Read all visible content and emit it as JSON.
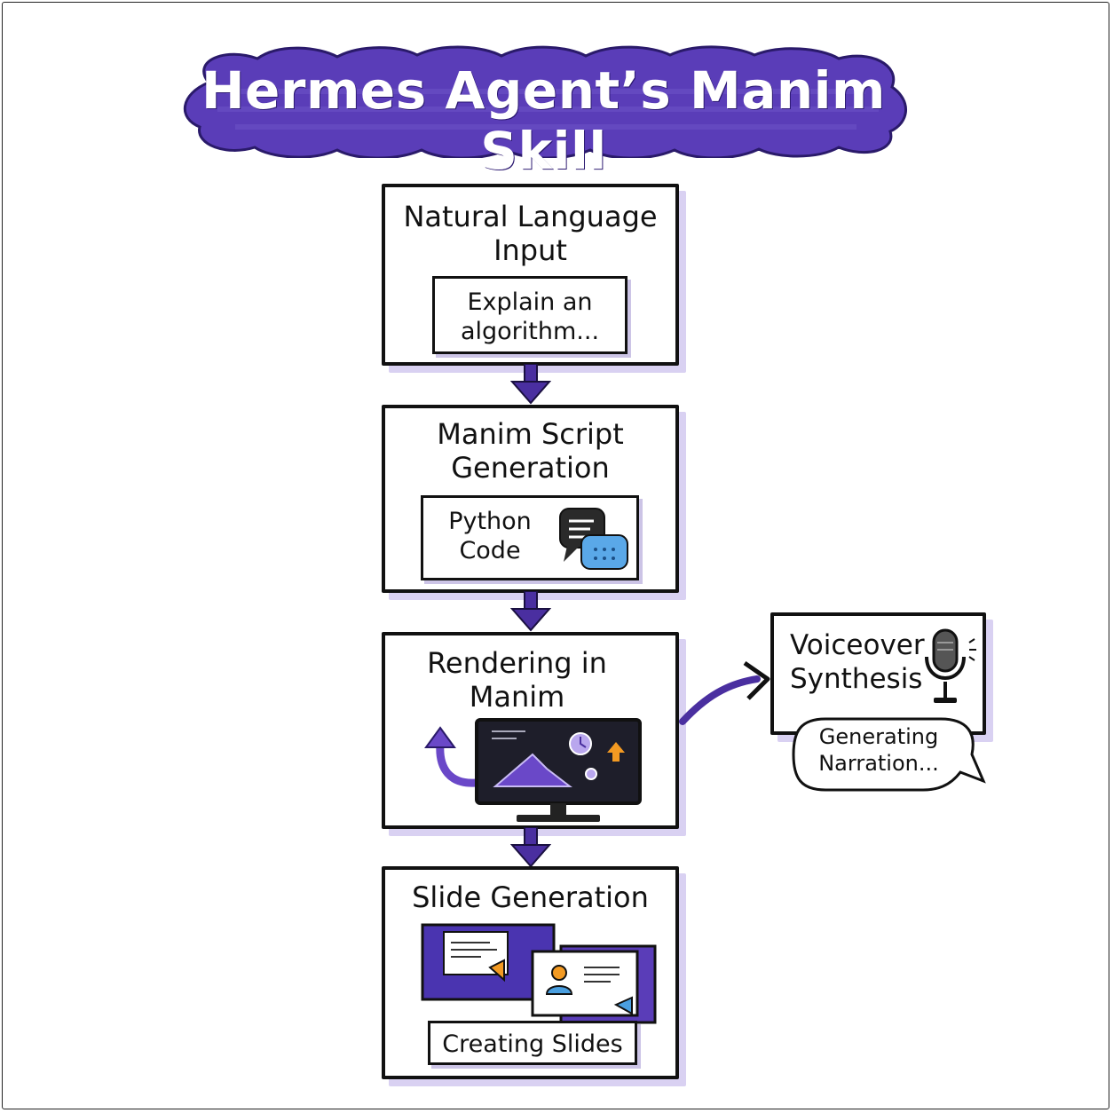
{
  "title": "Hermes Agent’s Manim Skill",
  "steps": [
    {
      "title_line1": "Natural Language",
      "title_line2": "Input",
      "inner_line1": "Explain an",
      "inner_line2": "algorithm..."
    },
    {
      "title_line1": "Manim Script",
      "title_line2": "Generation",
      "inner_line1": "Python",
      "inner_line2": "Code"
    },
    {
      "title_line1": "Rendering in",
      "title_line2": "Manim"
    },
    {
      "title_line1": "Slide Generation",
      "inner_line1": "Creating Slides"
    }
  ],
  "side": {
    "title_line1": "Voiceover",
    "title_line2": "Synthesis",
    "bubble_line1": "Generating",
    "bubble_line2": "Narration..."
  },
  "colors": {
    "accent": "#4a2fa0",
    "accent_light": "#b9a7ee",
    "shadow": "#d9d1f2",
    "blue": "#4a9fe0",
    "orange": "#f39a22",
    "dark": "#1e1e2a"
  },
  "icons": [
    "chat-code-icon",
    "monitor-icon",
    "refresh-arrow-icon",
    "microphone-icon",
    "slides-icon",
    "user-icon"
  ]
}
